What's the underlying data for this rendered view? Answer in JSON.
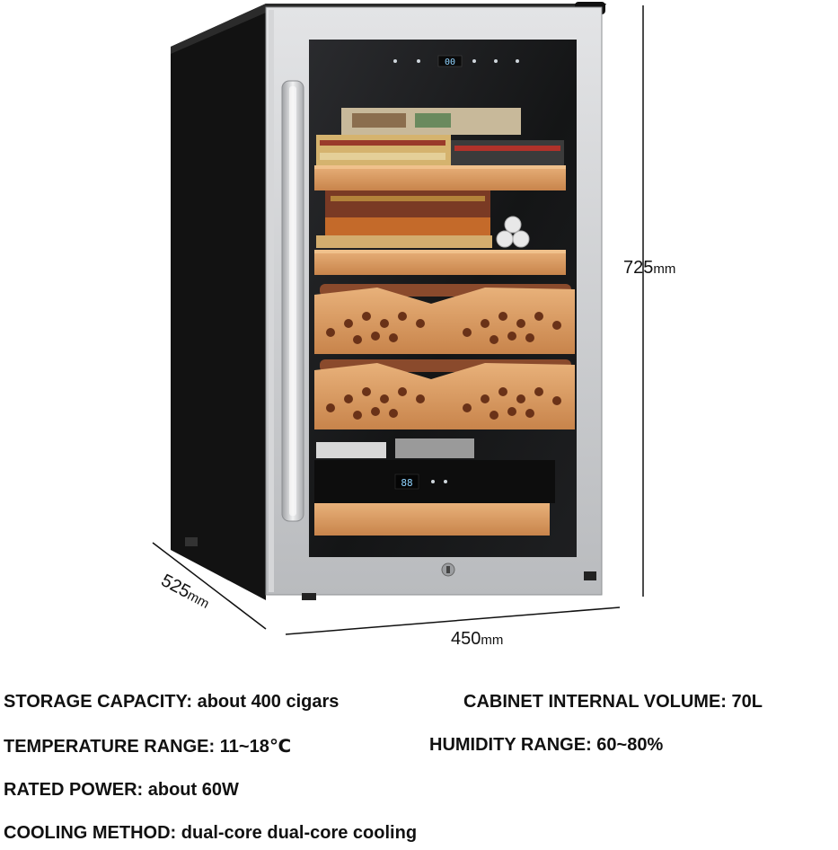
{
  "dimensions": {
    "height": {
      "value": "725",
      "unit": "mm"
    },
    "depth": {
      "value": "525",
      "unit": "mm"
    },
    "width": {
      "value": "450",
      "unit": "mm"
    }
  },
  "specs": {
    "storage_capacity": {
      "label": "STORAGE CAPACITY:",
      "value": " about 400 cigars"
    },
    "internal_volume": {
      "label": "CABINET INTERNAL VOLUME:",
      "value": " 70L"
    },
    "temperature_range": {
      "label": "TEMPERATURE RANGE:",
      "value": " 11~18℃"
    },
    "humidity_range": {
      "label": "HUMIDITY RANGE:",
      "value": " 60~80%"
    },
    "rated_power": {
      "label": "RATED POWER:",
      "value": " about 60W"
    },
    "cooling_method": {
      "label": "COOLING METHOD:",
      "value": " dual-core dual-core cooling"
    }
  },
  "displays": {
    "top_readout": "00",
    "drawer_readout": "88"
  },
  "colors": {
    "cabinet_body": "#121212",
    "steel_frame": "#c9cbcd",
    "glass": "#1b1c1e",
    "cedar_wood": "#d99a62",
    "cedar_dark": "#b06f3d",
    "display_text": "#8fd3ff"
  }
}
